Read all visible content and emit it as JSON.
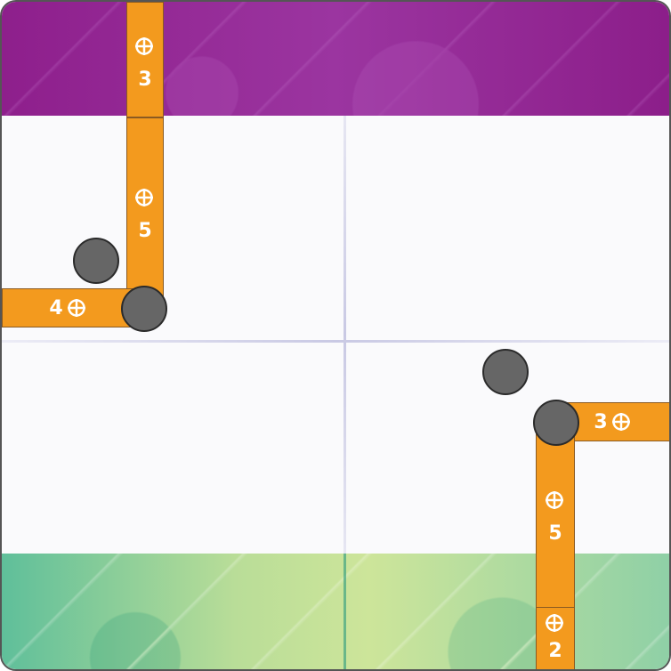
{
  "board": {
    "colors": {
      "top_band": "#8e1f8c",
      "bottom_band": "#c5e29a",
      "wire": "#f39a1e",
      "node": "#666666"
    },
    "wires": {
      "left_vertical_top_cost": "3",
      "left_vertical_mid_cost": "5",
      "left_horizontal_cost": "4",
      "right_horizontal_cost": "3",
      "right_vertical_mid_cost": "5",
      "right_vertical_bottom_cost": "2"
    },
    "icons": {
      "target": "crosshair-icon"
    }
  }
}
